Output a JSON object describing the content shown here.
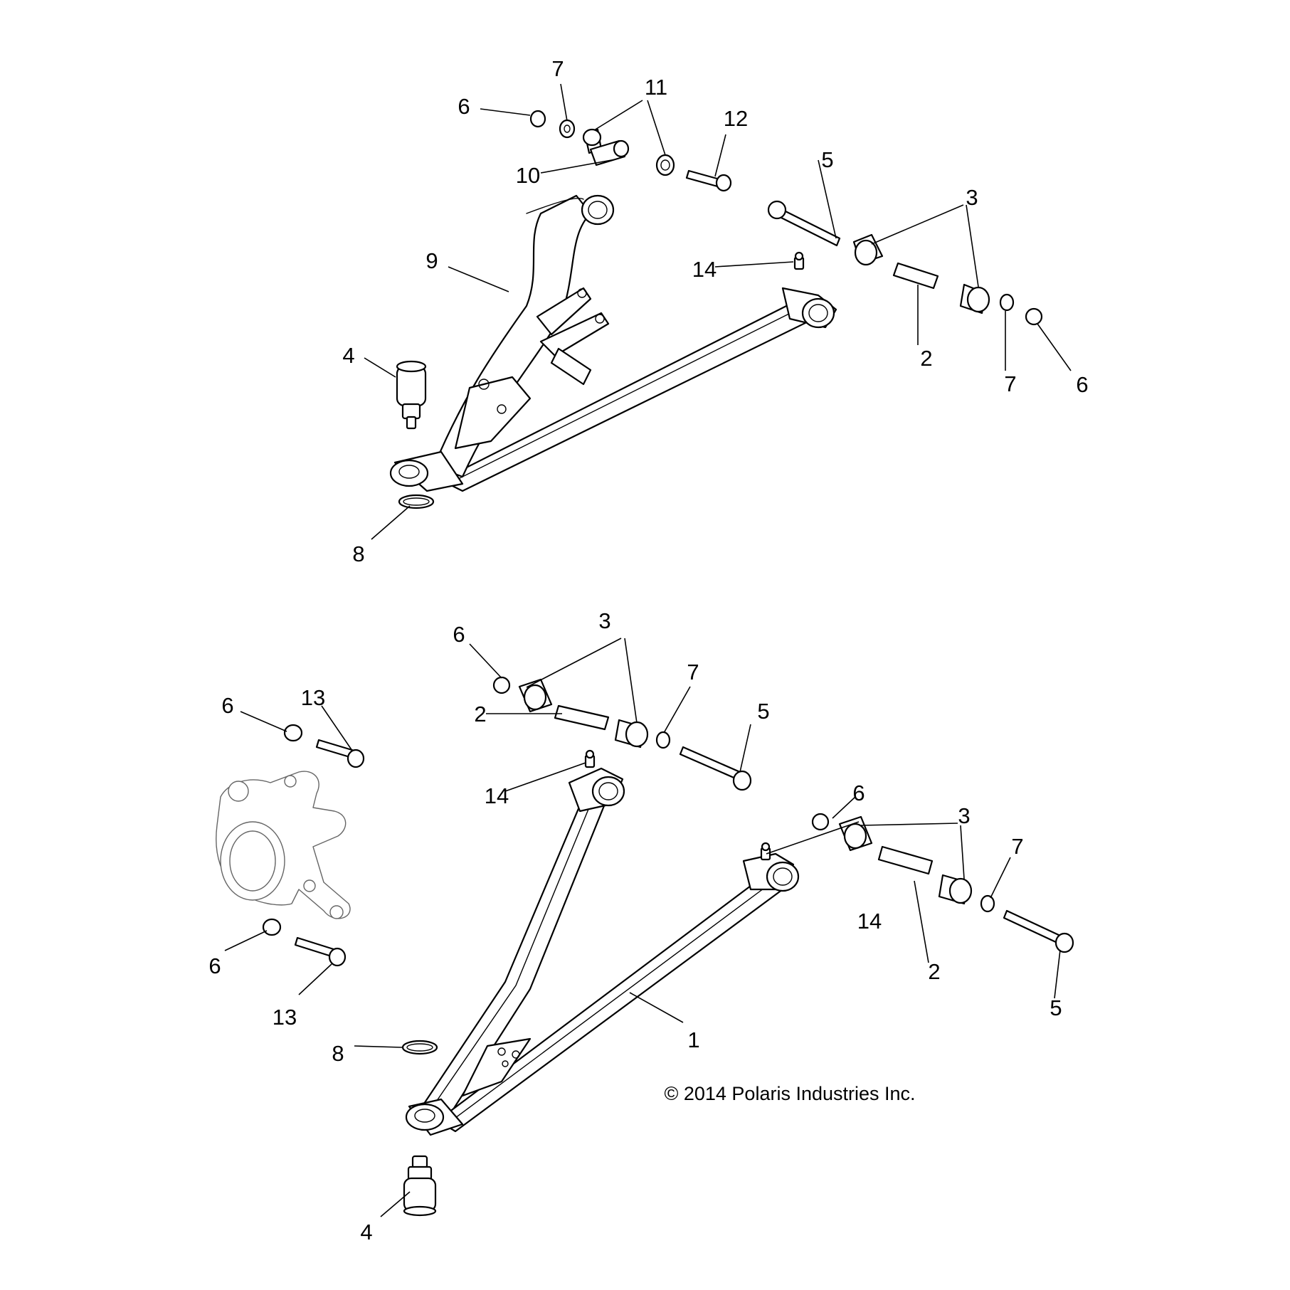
{
  "copyright": "© 2014 Polaris Industries Inc.",
  "callouts": {
    "c1": "1",
    "c2a": "2",
    "c2b": "2",
    "c2c": "2",
    "c3a": "3",
    "c3b": "3",
    "c3c": "3",
    "c4a": "4",
    "c4b": "4",
    "c5a": "5",
    "c5b": "5",
    "c5c": "5",
    "c6a": "6",
    "c6b": "6",
    "c6c": "6",
    "c6d": "6",
    "c6e": "6",
    "c6f": "6",
    "c7a": "7",
    "c7b": "7",
    "c7c": "7",
    "c7d": "7",
    "c8a": "8",
    "c8b": "8",
    "c9": "9",
    "c10": "10",
    "c11": "11",
    "c12": "12",
    "c13a": "13",
    "c13b": "13",
    "c14a": "14",
    "c14b": "14",
    "c14c": "14"
  }
}
